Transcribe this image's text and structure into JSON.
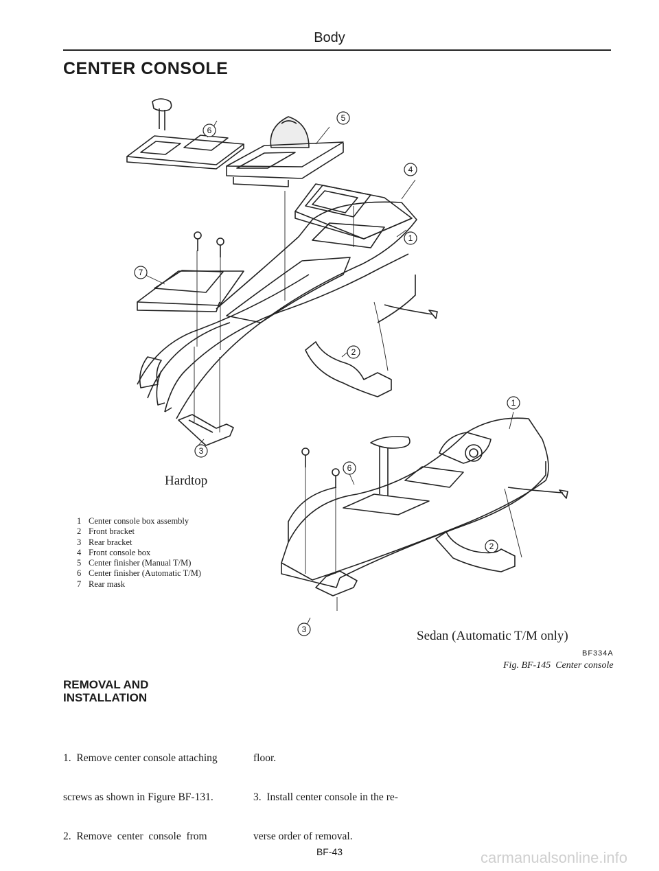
{
  "header": "Body",
  "title": "CENTER CONSOLE",
  "figure": {
    "callouts_hardtop": [
      "6",
      "5",
      "4",
      "1",
      "7",
      "2",
      "3"
    ],
    "callouts_sedan": [
      "1",
      "6",
      "2",
      "3"
    ],
    "hardtop_caption": "Hardtop",
    "sedan_caption": "Sedan (Automatic T/M only)",
    "code": "BF334A",
    "fig_caption": "Fig. BF-145  Center console"
  },
  "legend": [
    {
      "num": "1",
      "text": "Center console box assembly"
    },
    {
      "num": "2",
      "text": "Front bracket"
    },
    {
      "num": "3",
      "text": "Rear bracket"
    },
    {
      "num": "4",
      "text": "Front console box"
    },
    {
      "num": "5",
      "text": "Center finisher (Manual T/M)"
    },
    {
      "num": "6",
      "text": "Center finisher (Automatic T/M)"
    },
    {
      "num": "7",
      "text": "Rear mask"
    }
  ],
  "section": {
    "heading_line1": "REMOVAL AND",
    "heading_line2": "INSTALLATION",
    "col1": [
      "1.  Remove center console attaching",
      "screws as shown in Figure BF-131.",
      "2.  Remove  center  console  from"
    ],
    "col2": [
      "floor.",
      "3.  Install center console in the re-",
      "verse order of removal."
    ]
  },
  "footer": "BF-43",
  "watermark": "carmanualsonline.info"
}
